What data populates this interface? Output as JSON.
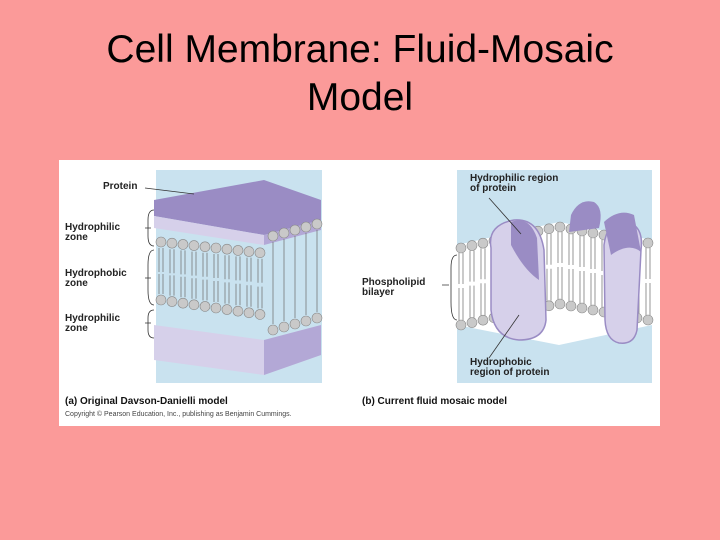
{
  "slide": {
    "title_line1": "Cell Membrane: Fluid-Mosaic",
    "title_line2": "Model"
  },
  "figure": {
    "left_panel": {
      "labels": {
        "protein": "Protein",
        "hydrophilic_top": "Hydrophilic\nzone",
        "hydrophobic": "Hydrophobic\nzone",
        "hydrophilic_bottom": "Hydrophilic\nzone"
      },
      "caption": "(a) Original Davson-Danielli model"
    },
    "right_panel": {
      "labels": {
        "hydrophilic_region": "Hydrophilic region\nof protein",
        "phospholipid_bilayer": "Phospholipid\nbilayer",
        "hydrophobic_region": "Hydrophobic\nregion of protein"
      },
      "caption": "(b) Current fluid mosaic model"
    },
    "copyright": "Copyright © Pearson Education, Inc., publishing as Benjamin Cummings.",
    "colors": {
      "panel_bg": "#c9e2ef",
      "protein": "#9a8cc4",
      "protein_light": "#d6d0ea",
      "head": "#c9c9c9",
      "tail": "#6a6a6a"
    }
  }
}
